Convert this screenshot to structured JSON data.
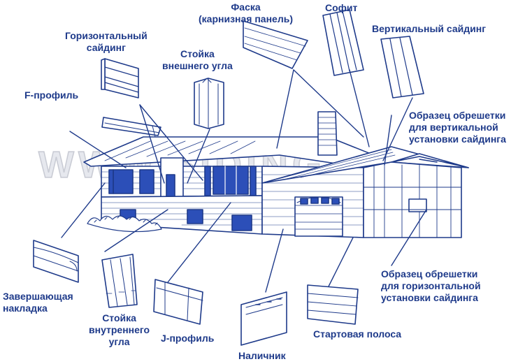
{
  "colors": {
    "ink": "#1e3a8a",
    "fill": "#ffffff",
    "window": "#2c4fb8"
  },
  "watermark": "WWW.SIDING.RU",
  "labels": {
    "horizontal_siding": "Горизонтальный\nсайдинг",
    "outside_corner": "Стойка\nвнешнего угла",
    "chamfer": "Фаска\n(карнизная панель)",
    "soffit": "Софит",
    "vertical_siding": "Вертикальный сайдинг",
    "f_profile": "F-профиль",
    "lathing_vertical": "Образец обрешетки\nдля вертикальной\nустановки сайдинга",
    "lathing_horizontal": "Образец обрешетки\nдля горизонтальной\nустановки сайдинга",
    "finishing_trim": "Завершающая\nнакладка",
    "inside_corner": "Стойка\nвнутреннего\nугла",
    "j_profile": "J-профиль",
    "casing": "Наличник",
    "starter_strip": "Стартовая полоса"
  }
}
